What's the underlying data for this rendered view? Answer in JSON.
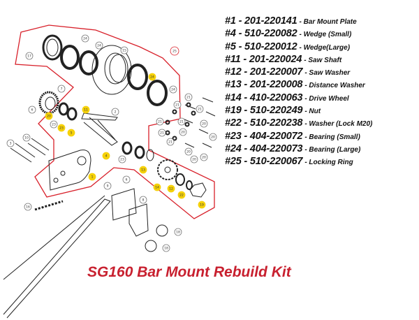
{
  "parts_list": [
    {
      "number": "#1",
      "part_no": "201-220141",
      "description": "Bar Mount Plate"
    },
    {
      "number": "#4",
      "part_no": "510-220082",
      "description": "Wedge (Small)"
    },
    {
      "number": "#5",
      "part_no": "510-220012",
      "description": "Wedge(Large)"
    },
    {
      "number": "#11",
      "part_no": "201-220024",
      "description": "Saw Shaft"
    },
    {
      "number": "#12",
      "part_no": "201-220007",
      "description": "Saw Washer"
    },
    {
      "number": "#13",
      "part_no": "201-220008",
      "description": "Distance Washer"
    },
    {
      "number": "#14",
      "part_no": "410-220063",
      "description": "Drive Wheel"
    },
    {
      "number": "#19",
      "part_no": "510-220249",
      "description": "Nut"
    },
    {
      "number": "#22",
      "part_no": "510-220238",
      "description": "Washer (Lock M20)"
    },
    {
      "number": "#23",
      "part_no": "404-220072",
      "description": "Bearing (Small)"
    },
    {
      "number": "#24",
      "part_no": "404-220073",
      "description": "Bearing (Large)"
    },
    {
      "number": "#25",
      "part_no": "510-220067",
      "description": "Locking Ring"
    }
  ],
  "title": "SG160 Bar Mount Rebuild Kit",
  "callouts": [
    "17",
    "24",
    "24",
    "15",
    "25",
    "24",
    "7",
    "6",
    "2",
    "24",
    "11",
    "20",
    "23",
    "23",
    "5",
    "3",
    "10",
    "4",
    "23",
    "13",
    "1",
    "14",
    "12",
    "22",
    "19",
    "9",
    "6",
    "8",
    "16",
    "18",
    "18",
    "21",
    "21",
    "21",
    "21",
    "21",
    "21",
    "21",
    "20",
    "20",
    "20",
    "20",
    "20",
    "20"
  ],
  "highlighted": [
    "24",
    "11",
    "20",
    "23",
    "5",
    "4",
    "13",
    "1",
    "14",
    "12",
    "22",
    "19"
  ],
  "colors": {
    "kit_outline": "#d8202a",
    "highlight": "#f5d10a",
    "title": "#c8202f"
  }
}
